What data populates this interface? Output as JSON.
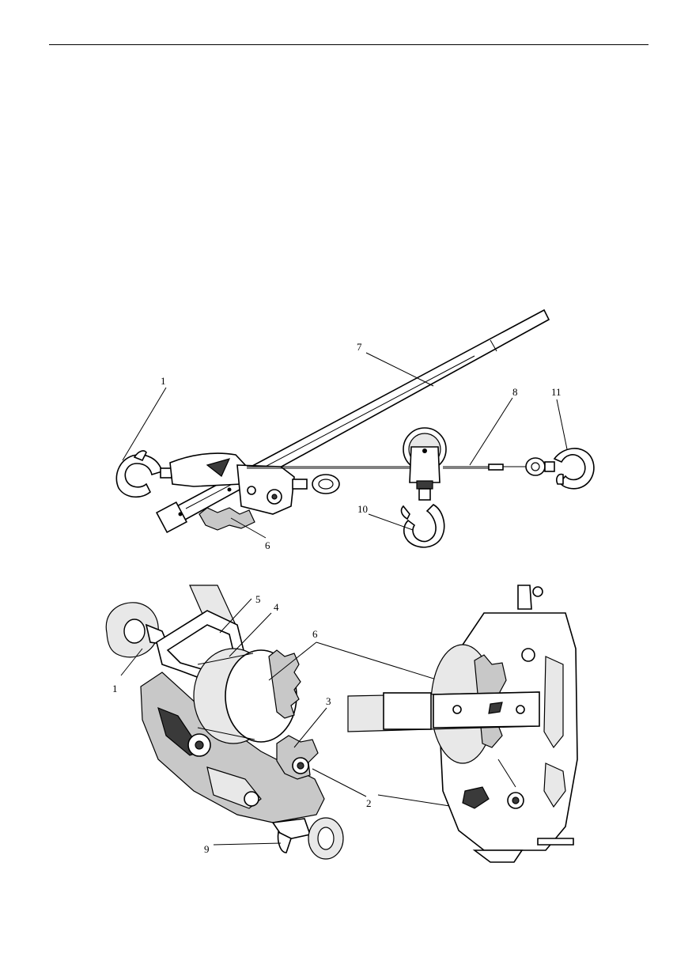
{
  "figure_top": {
    "callouts": [
      "1",
      "7",
      "8",
      "11",
      "10",
      "6"
    ]
  },
  "figure_bottom": {
    "callouts": [
      "5",
      "4",
      "6",
      "1",
      "3",
      "2",
      "9"
    ]
  }
}
